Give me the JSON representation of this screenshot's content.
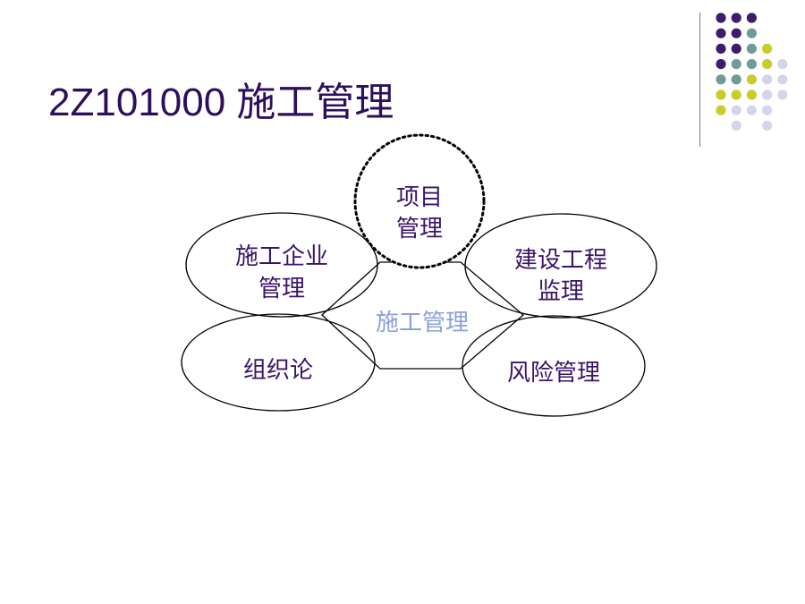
{
  "title": "2Z101000 施工管理",
  "colors": {
    "title": "#2e0f5c",
    "node_text": "#3a1466",
    "center_text": "#8aa0d8",
    "dot_purple": "#3d1c6e",
    "dot_teal": "#6e9c9a",
    "dot_yellow": "#c9cc2a",
    "dot_lavender": "#d6d4ec"
  },
  "decoration": {
    "dot_grid": [
      [
        "purple",
        "purple",
        "purple",
        "none",
        "none"
      ],
      [
        "purple",
        "purple",
        "teal",
        "none",
        "none"
      ],
      [
        "purple",
        "purple",
        "teal",
        "yellow",
        "none"
      ],
      [
        "purple",
        "teal",
        "teal",
        "yellow",
        "lavender"
      ],
      [
        "teal",
        "teal",
        "yellow",
        "lavender",
        "lavender"
      ],
      [
        "yellow",
        "yellow",
        "yellow",
        "lavender",
        "lavender"
      ],
      [
        "yellow",
        "lavender",
        "lavender",
        "lavender",
        "none"
      ],
      [
        "none",
        "lavender",
        "none",
        "lavender",
        "none"
      ]
    ]
  },
  "diagram": {
    "center_label": "施工管理",
    "nodes": [
      {
        "id": "project",
        "lines": [
          "项目",
          "管理"
        ],
        "style": "dotted"
      },
      {
        "id": "enterprise",
        "lines": [
          "施工企业",
          "管理"
        ],
        "style": "solid"
      },
      {
        "id": "supervision",
        "lines": [
          "建设工程",
          "监理"
        ],
        "style": "solid"
      },
      {
        "id": "organization",
        "lines": [
          "组织论"
        ],
        "style": "solid"
      },
      {
        "id": "risk",
        "lines": [
          "风险管理"
        ],
        "style": "solid"
      }
    ]
  }
}
